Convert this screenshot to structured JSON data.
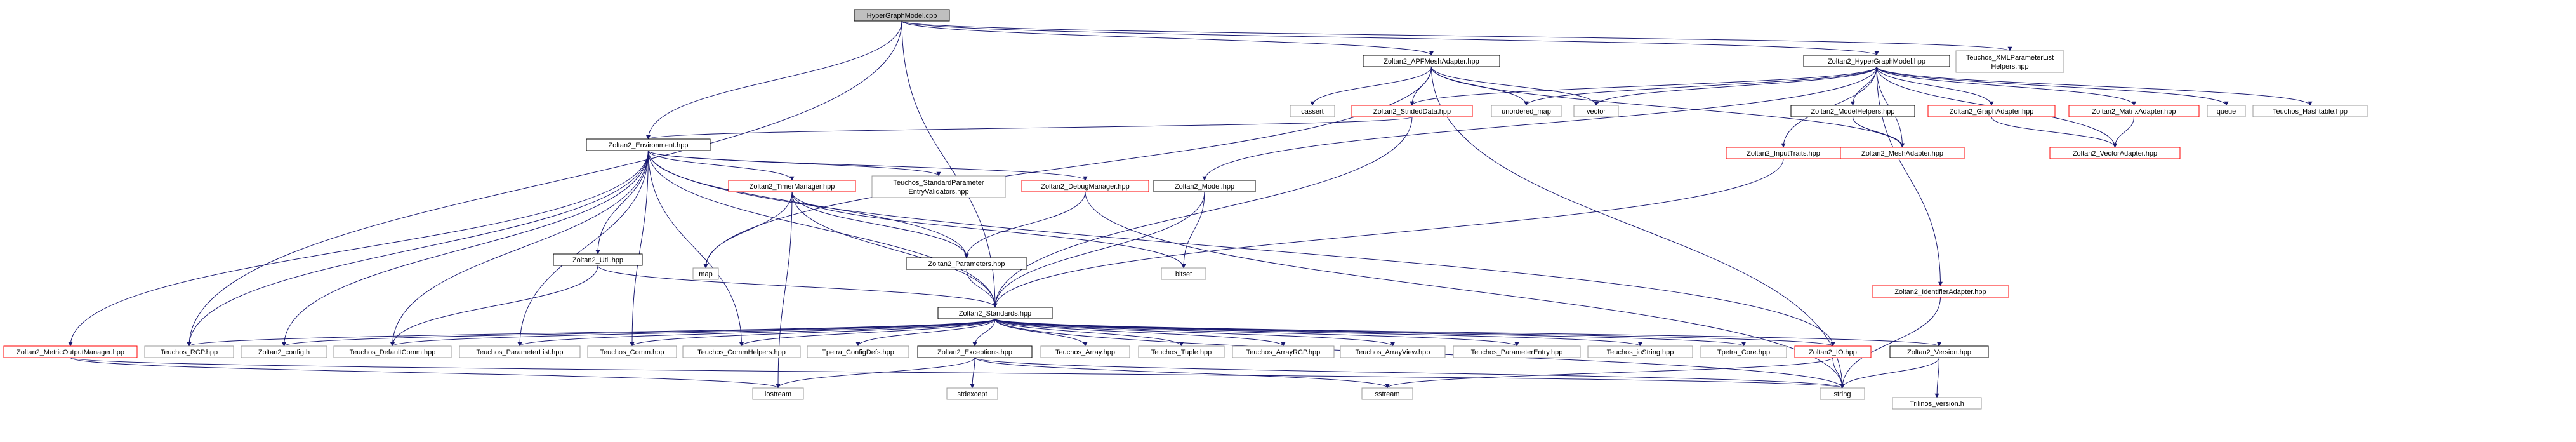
{
  "graph": {
    "root": "HyperGraphModel.cpp",
    "nodes": [
      {
        "id": "hypergraphmodel-cpp",
        "lines": [
          "HyperGraphModel.cpp"
        ],
        "kind": "root"
      },
      {
        "id": "teuchos-xmlparameterlisthelpers-hpp",
        "lines": [
          "Teuchos_XMLParameterList",
          "Helpers.hpp"
        ],
        "kind": "plain"
      },
      {
        "id": "zoltan2-apfmeshadapter-hpp",
        "lines": [
          "Zoltan2_APFMeshAdapter.hpp"
        ],
        "kind": "documented"
      },
      {
        "id": "zoltan2-hypergraphmodel-hpp",
        "lines": [
          "Zoltan2_HyperGraphModel.hpp"
        ],
        "kind": "documented"
      },
      {
        "id": "cassert",
        "lines": [
          "cassert"
        ],
        "kind": "plain"
      },
      {
        "id": "zoltan2-strideddata-hpp",
        "lines": [
          "Zoltan2_StridedData.hpp"
        ],
        "kind": "missing"
      },
      {
        "id": "unordered-map",
        "lines": [
          "unordered_map"
        ],
        "kind": "plain"
      },
      {
        "id": "vector",
        "lines": [
          "vector"
        ],
        "kind": "plain"
      },
      {
        "id": "zoltan2-modelhelpers-hpp",
        "lines": [
          "Zoltan2_ModelHelpers.hpp"
        ],
        "kind": "documented"
      },
      {
        "id": "zoltan2-graphadapter-hpp",
        "lines": [
          "Zoltan2_GraphAdapter.hpp"
        ],
        "kind": "missing"
      },
      {
        "id": "zoltan2-matrixadapter-hpp",
        "lines": [
          "Zoltan2_MatrixAdapter.hpp"
        ],
        "kind": "missing"
      },
      {
        "id": "queue",
        "lines": [
          "queue"
        ],
        "kind": "plain"
      },
      {
        "id": "teuchos-hashtable-hpp",
        "lines": [
          "Teuchos_Hashtable.hpp"
        ],
        "kind": "plain"
      },
      {
        "id": "zoltan2-environment-hpp",
        "lines": [
          "Zoltan2_Environment.hpp"
        ],
        "kind": "documented"
      },
      {
        "id": "zoltan2-inputtraits-hpp",
        "lines": [
          "Zoltan2_InputTraits.hpp"
        ],
        "kind": "missing"
      },
      {
        "id": "zoltan2-meshadapter-hpp",
        "lines": [
          "Zoltan2_MeshAdapter.hpp"
        ],
        "kind": "missing"
      },
      {
        "id": "zoltan2-vectoradapter-hpp",
        "lines": [
          "Zoltan2_VectorAdapter.hpp"
        ],
        "kind": "missing"
      },
      {
        "id": "zoltan2-timermanager-hpp",
        "lines": [
          "Zoltan2_TimerManager.hpp"
        ],
        "kind": "missing"
      },
      {
        "id": "teuchos-standardparameterentryvalidators-hpp",
        "lines": [
          "Teuchos_StandardParameter",
          "EntryValidators.hpp"
        ],
        "kind": "plain"
      },
      {
        "id": "zoltan2-debugmanager-hpp",
        "lines": [
          "Zoltan2_DebugManager.hpp"
        ],
        "kind": "missing"
      },
      {
        "id": "zoltan2-model-hpp",
        "lines": [
          "Zoltan2_Model.hpp"
        ],
        "kind": "documented"
      },
      {
        "id": "map",
        "lines": [
          "map"
        ],
        "kind": "plain"
      },
      {
        "id": "zoltan2-util-hpp",
        "lines": [
          "Zoltan2_Util.hpp"
        ],
        "kind": "documented"
      },
      {
        "id": "zoltan2-parameters-hpp",
        "lines": [
          "Zoltan2_Parameters.hpp"
        ],
        "kind": "documented"
      },
      {
        "id": "bitset",
        "lines": [
          "bitset"
        ],
        "kind": "plain"
      },
      {
        "id": "zoltan2-identifieradapter-hpp",
        "lines": [
          "Zoltan2_IdentifierAdapter.hpp"
        ],
        "kind": "missing"
      },
      {
        "id": "zoltan2-standards-hpp",
        "lines": [
          "Zoltan2_Standards.hpp"
        ],
        "kind": "documented"
      },
      {
        "id": "zoltan2-metricoutputmanager-hpp",
        "lines": [
          "Zoltan2_MetricOutputManager.hpp"
        ],
        "kind": "missing"
      },
      {
        "id": "teuchos-rcp-hpp",
        "lines": [
          "Teuchos_RCP.hpp"
        ],
        "kind": "plain"
      },
      {
        "id": "zoltan2-config-h",
        "lines": [
          "Zoltan2_config.h"
        ],
        "kind": "plain"
      },
      {
        "id": "teuchos-defaultcomm-hpp",
        "lines": [
          "Teuchos_DefaultComm.hpp"
        ],
        "kind": "plain"
      },
      {
        "id": "teuchos-parameterlist-hpp",
        "lines": [
          "Teuchos_ParameterList.hpp"
        ],
        "kind": "plain"
      },
      {
        "id": "teuchos-comm-hpp",
        "lines": [
          "Teuchos_Comm.hpp"
        ],
        "kind": "plain"
      },
      {
        "id": "teuchos-commhelpers-hpp",
        "lines": [
          "Teuchos_CommHelpers.hpp"
        ],
        "kind": "plain"
      },
      {
        "id": "tpetra-configdefs-hpp",
        "lines": [
          "Tpetra_ConfigDefs.hpp"
        ],
        "kind": "plain"
      },
      {
        "id": "zoltan2-exceptions-hpp",
        "lines": [
          "Zoltan2_Exceptions.hpp"
        ],
        "kind": "documented"
      },
      {
        "id": "teuchos-array-hpp",
        "lines": [
          "Teuchos_Array.hpp"
        ],
        "kind": "plain"
      },
      {
        "id": "teuchos-tuple-hpp",
        "lines": [
          "Teuchos_Tuple.hpp"
        ],
        "kind": "plain"
      },
      {
        "id": "teuchos-arrayrcp-hpp",
        "lines": [
          "Teuchos_ArrayRCP.hpp"
        ],
        "kind": "plain"
      },
      {
        "id": "teuchos-arrayview-hpp",
        "lines": [
          "Teuchos_ArrayView.hpp"
        ],
        "kind": "plain"
      },
      {
        "id": "teuchos-parameterentry-hpp",
        "lines": [
          "Teuchos_ParameterEntry.hpp"
        ],
        "kind": "plain"
      },
      {
        "id": "teuchos-iotostring-hpp",
        "lines": [
          "Teuchos_ioString.hpp"
        ],
        "kind": "plain"
      },
      {
        "id": "tpetra-core-hpp",
        "lines": [
          "Tpetra_Core.hpp"
        ],
        "kind": "plain"
      },
      {
        "id": "zoltan2-io-hpp",
        "lines": [
          "Zoltan2_IO.hpp"
        ],
        "kind": "missing"
      },
      {
        "id": "zoltan2-version-hpp",
        "lines": [
          "Zoltan2_Version.hpp"
        ],
        "kind": "documented"
      },
      {
        "id": "iostream",
        "lines": [
          "iostream"
        ],
        "kind": "plain"
      },
      {
        "id": "stdexcept",
        "lines": [
          "stdexcept"
        ],
        "kind": "plain"
      },
      {
        "id": "sstream",
        "lines": [
          "sstream"
        ],
        "kind": "plain"
      },
      {
        "id": "string",
        "lines": [
          "string"
        ],
        "kind": "plain"
      },
      {
        "id": "trilinos-version-h",
        "lines": [
          "Trilinos_version.h"
        ],
        "kind": "plain"
      }
    ],
    "edges": [
      [
        "hypergraphmodel-cpp",
        "teuchos-xmlparameterlisthelpers-hpp"
      ],
      [
        "hypergraphmodel-cpp",
        "zoltan2-apfmeshadapter-hpp"
      ],
      [
        "hypergraphmodel-cpp",
        "zoltan2-hypergraphmodel-hpp"
      ],
      [
        "hypergraphmodel-cpp",
        "zoltan2-environment-hpp"
      ],
      [
        "hypergraphmodel-cpp",
        "teuchos-rcp-hpp"
      ],
      [
        "hypergraphmodel-cpp",
        "zoltan2-standards-hpp"
      ],
      [
        "zoltan2-apfmeshadapter-hpp",
        "cassert"
      ],
      [
        "zoltan2-apfmeshadapter-hpp",
        "zoltan2-strideddata-hpp"
      ],
      [
        "zoltan2-apfmeshadapter-hpp",
        "unordered-map"
      ],
      [
        "zoltan2-apfmeshadapter-hpp",
        "vector"
      ],
      [
        "zoltan2-apfmeshadapter-hpp",
        "zoltan2-meshadapter-hpp"
      ],
      [
        "zoltan2-apfmeshadapter-hpp",
        "map"
      ],
      [
        "zoltan2-apfmeshadapter-hpp",
        "string"
      ],
      [
        "zoltan2-hypergraphmodel-hpp",
        "zoltan2-strideddata-hpp"
      ],
      [
        "zoltan2-hypergraphmodel-hpp",
        "unordered-map"
      ],
      [
        "zoltan2-hypergraphmodel-hpp",
        "vector"
      ],
      [
        "zoltan2-hypergraphmodel-hpp",
        "zoltan2-modelhelpers-hpp"
      ],
      [
        "zoltan2-hypergraphmodel-hpp",
        "zoltan2-graphadapter-hpp"
      ],
      [
        "zoltan2-hypergraphmodel-hpp",
        "zoltan2-matrixadapter-hpp"
      ],
      [
        "zoltan2-hypergraphmodel-hpp",
        "queue"
      ],
      [
        "zoltan2-hypergraphmodel-hpp",
        "teuchos-hashtable-hpp"
      ],
      [
        "zoltan2-hypergraphmodel-hpp",
        "zoltan2-inputtraits-hpp"
      ],
      [
        "zoltan2-hypergraphmodel-hpp",
        "zoltan2-meshadapter-hpp"
      ],
      [
        "zoltan2-hypergraphmodel-hpp",
        "zoltan2-vectoradapter-hpp"
      ],
      [
        "zoltan2-hypergraphmodel-hpp",
        "zoltan2-model-hpp"
      ],
      [
        "zoltan2-hypergraphmodel-hpp",
        "zoltan2-identifieradapter-hpp"
      ],
      [
        "zoltan2-strideddata-hpp",
        "zoltan2-environment-hpp"
      ],
      [
        "zoltan2-strideddata-hpp",
        "zoltan2-standards-hpp"
      ],
      [
        "zoltan2-modelhelpers-hpp",
        "zoltan2-meshadapter-hpp"
      ],
      [
        "zoltan2-graphadapter-hpp",
        "zoltan2-vectoradapter-hpp"
      ],
      [
        "zoltan2-matrixadapter-hpp",
        "zoltan2-vectoradapter-hpp"
      ],
      [
        "zoltan2-inputtraits-hpp",
        "zoltan2-standards-hpp"
      ],
      [
        "zoltan2-environment-hpp",
        "zoltan2-timermanager-hpp"
      ],
      [
        "zoltan2-environment-hpp",
        "teuchos-standardparameterentryvalidators-hpp"
      ],
      [
        "zoltan2-environment-hpp",
        "zoltan2-debugmanager-hpp"
      ],
      [
        "zoltan2-environment-hpp",
        "zoltan2-util-hpp"
      ],
      [
        "zoltan2-environment-hpp",
        "zoltan2-parameters-hpp"
      ],
      [
        "zoltan2-environment-hpp",
        "zoltan2-metricoutputmanager-hpp"
      ],
      [
        "zoltan2-environment-hpp",
        "teuchos-rcp-hpp"
      ],
      [
        "zoltan2-environment-hpp",
        "zoltan2-config-h"
      ],
      [
        "zoltan2-environment-hpp",
        "teuchos-defaultcomm-hpp"
      ],
      [
        "zoltan2-environment-hpp",
        "teuchos-parameterlist-hpp"
      ],
      [
        "zoltan2-environment-hpp",
        "teuchos-comm-hpp"
      ],
      [
        "zoltan2-environment-hpp",
        "teuchos-commhelpers-hpp"
      ],
      [
        "zoltan2-environment-hpp",
        "zoltan2-io-hpp"
      ],
      [
        "zoltan2-environment-hpp",
        "zoltan2-standards-hpp"
      ],
      [
        "zoltan2-timermanager-hpp",
        "map"
      ],
      [
        "zoltan2-timermanager-hpp",
        "zoltan2-parameters-hpp"
      ],
      [
        "zoltan2-timermanager-hpp",
        "bitset"
      ],
      [
        "zoltan2-timermanager-hpp",
        "zoltan2-standards-hpp"
      ],
      [
        "zoltan2-timermanager-hpp",
        "iostream"
      ],
      [
        "zoltan2-debugmanager-hpp",
        "zoltan2-parameters-hpp"
      ],
      [
        "zoltan2-debugmanager-hpp",
        "string"
      ],
      [
        "zoltan2-model-hpp",
        "bitset"
      ],
      [
        "zoltan2-model-hpp",
        "zoltan2-standards-hpp"
      ],
      [
        "zoltan2-util-hpp",
        "zoltan2-standards-hpp"
      ],
      [
        "zoltan2-util-hpp",
        "teuchos-defaultcomm-hpp"
      ],
      [
        "zoltan2-parameters-hpp",
        "zoltan2-standards-hpp"
      ],
      [
        "zoltan2-identifieradapter-hpp",
        "string"
      ],
      [
        "zoltan2-standards-hpp",
        "teuchos-rcp-hpp"
      ],
      [
        "zoltan2-standards-hpp",
        "zoltan2-config-h"
      ],
      [
        "zoltan2-standards-hpp",
        "teuchos-defaultcomm-hpp"
      ],
      [
        "zoltan2-standards-hpp",
        "teuchos-parameterlist-hpp"
      ],
      [
        "zoltan2-standards-hpp",
        "teuchos-comm-hpp"
      ],
      [
        "zoltan2-standards-hpp",
        "teuchos-commhelpers-hpp"
      ],
      [
        "zoltan2-standards-hpp",
        "tpetra-configdefs-hpp"
      ],
      [
        "zoltan2-standards-hpp",
        "zoltan2-exceptions-hpp"
      ],
      [
        "zoltan2-standards-hpp",
        "teuchos-array-hpp"
      ],
      [
        "zoltan2-standards-hpp",
        "teuchos-tuple-hpp"
      ],
      [
        "zoltan2-standards-hpp",
        "teuchos-arrayrcp-hpp"
      ],
      [
        "zoltan2-standards-hpp",
        "teuchos-arrayview-hpp"
      ],
      [
        "zoltan2-standards-hpp",
        "teuchos-parameterentry-hpp"
      ],
      [
        "zoltan2-standards-hpp",
        "teuchos-iotostring-hpp"
      ],
      [
        "zoltan2-standards-hpp",
        "tpetra-core-hpp"
      ],
      [
        "zoltan2-standards-hpp",
        "zoltan2-io-hpp"
      ],
      [
        "zoltan2-standards-hpp",
        "zoltan2-version-hpp"
      ],
      [
        "zoltan2-standards-hpp",
        "string"
      ],
      [
        "zoltan2-metricoutputmanager-hpp",
        "iostream"
      ],
      [
        "zoltan2-metricoutputmanager-hpp",
        "string"
      ],
      [
        "zoltan2-exceptions-hpp",
        "iostream"
      ],
      [
        "zoltan2-exceptions-hpp",
        "stdexcept"
      ],
      [
        "zoltan2-exceptions-hpp",
        "sstream"
      ],
      [
        "zoltan2-exceptions-hpp",
        "string"
      ],
      [
        "zoltan2-io-hpp",
        "sstream"
      ],
      [
        "zoltan2-io-hpp",
        "string"
      ],
      [
        "zoltan2-version-hpp",
        "string"
      ],
      [
        "zoltan2-version-hpp",
        "trilinos-version-h"
      ]
    ]
  },
  "colors": {
    "edge": "#191970",
    "root_fill": "#bfbfbf",
    "documented_border": "#000000",
    "missing_border": "#ff0000",
    "plain_border": "#999999"
  }
}
